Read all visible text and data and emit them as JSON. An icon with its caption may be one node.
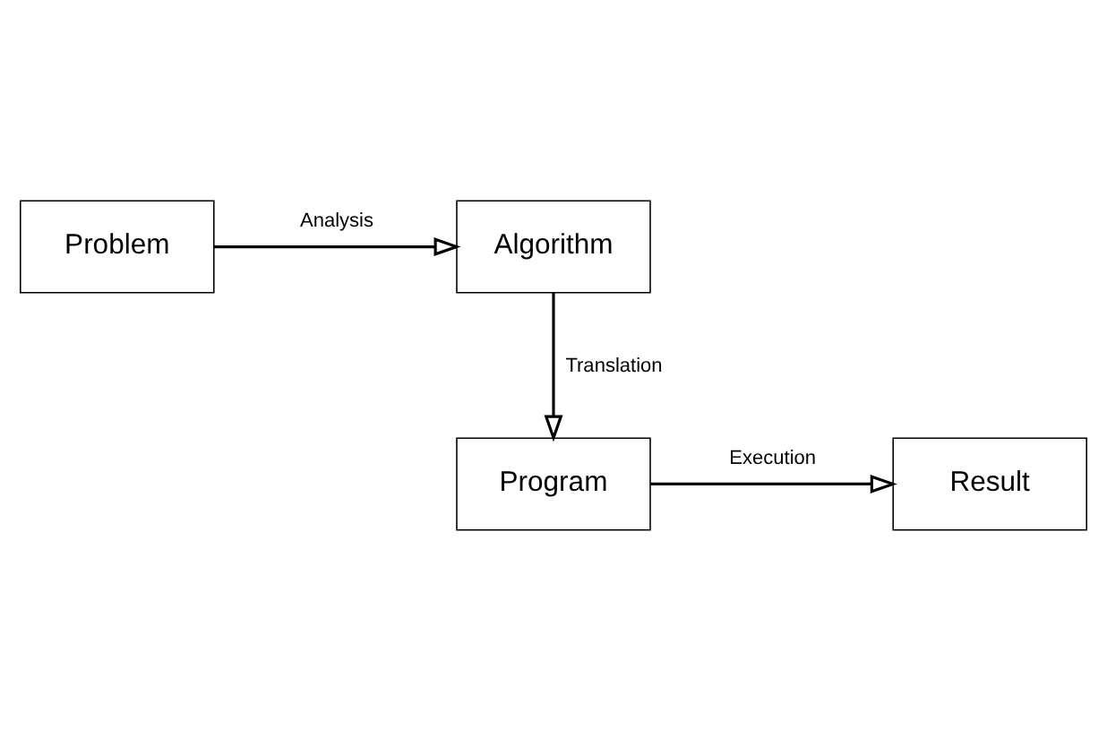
{
  "diagram": {
    "nodes": [
      {
        "text": [
          "Problem"
        ]
      },
      {
        "text": [
          "Algorithm"
        ]
      },
      {
        "text": [
          "Program"
        ]
      },
      {
        "text": [
          "Result"
        ]
      }
    ],
    "edges": [
      {
        "from": 0,
        "to": 1,
        "arrow": "to",
        "label": "Analysis"
      },
      {
        "from": 1,
        "to": 2,
        "arrow": "to",
        "label": "Translation"
      },
      {
        "from": 2,
        "to": 3,
        "arrow": "to",
        "label": "Execution"
      }
    ]
  }
}
